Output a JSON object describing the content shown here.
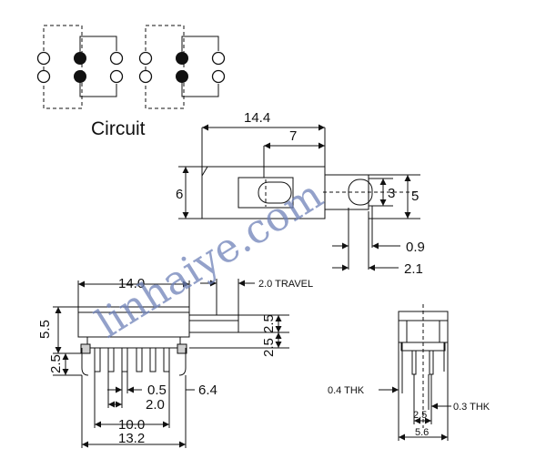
{
  "circuit": {
    "title": "Circuit"
  },
  "top_view": {
    "overall_length": "14.4",
    "slider_offset": "7",
    "body_width": "6",
    "actuator_width": "3",
    "actuator_height": "5",
    "actuator_gap": "0.9",
    "actuator_extension": "2.1"
  },
  "side_view": {
    "body_length": "14.0",
    "travel": "2.0 TRAVEL",
    "body_height": "5.5",
    "pin_length": "2.5",
    "actuator_step_a": "2.5",
    "actuator_step_b": "2.5",
    "pin_width": "0.5",
    "pin_pitch": "2.0",
    "overhang": "6.4",
    "pin_span": "10.0",
    "base_length": "13.2"
  },
  "end_view": {
    "pin_thickness": "0.4 THK",
    "frame_thickness": "0.3 THK",
    "pin_row_pitch": "2.5",
    "base_width": "5.6"
  },
  "watermark": "linhaiye.com"
}
